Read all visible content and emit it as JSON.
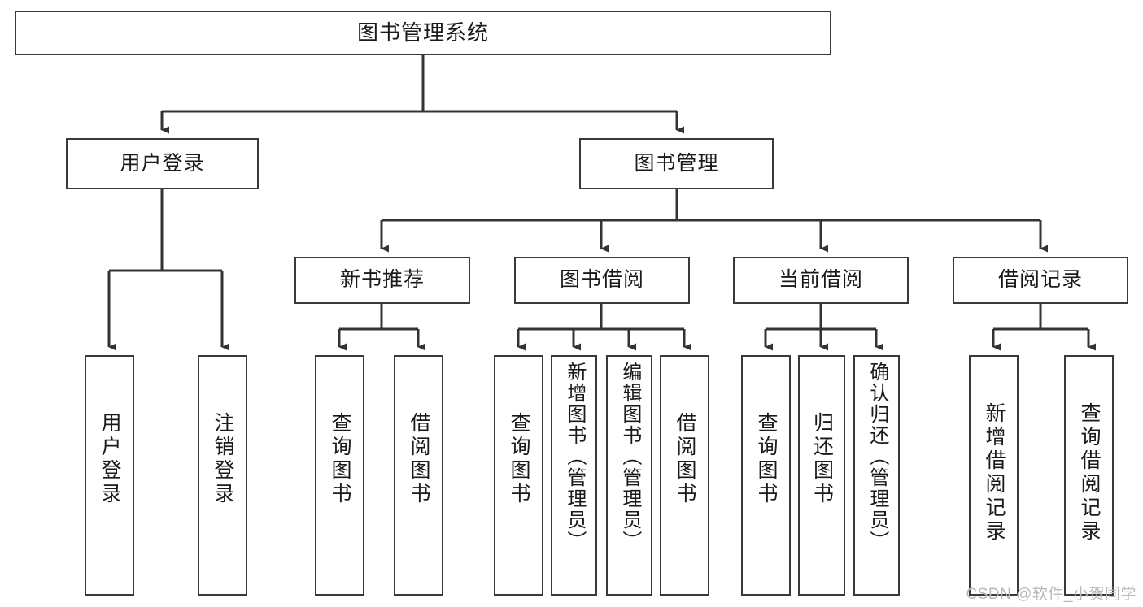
{
  "diagram": {
    "title": "图书管理系统",
    "type": "tree-hierarchy-chart",
    "watermark": "CSDN @软件_小贺同学",
    "colors": {
      "border": "#3a3a3a",
      "fill": "#ffffff",
      "text": "#1a1a1a",
      "edge": "#333333",
      "watermark": "#b9b9b9"
    }
  },
  "nodes": {
    "root": {
      "label": "图书管理系统",
      "level": 0
    },
    "level1": [
      {
        "id": "user-login",
        "label": "用户登录"
      },
      {
        "id": "book-manage",
        "label": "图书管理"
      }
    ],
    "level2": [
      {
        "id": "new-book-recommend",
        "label": "新书推荐"
      },
      {
        "id": "book-borrow",
        "label": "图书借阅"
      },
      {
        "id": "current-borrow",
        "label": "当前借阅"
      },
      {
        "id": "borrow-record",
        "label": "借阅记录"
      }
    ],
    "leaves": {
      "user-login": [
        {
          "id": "leaf-user-login",
          "label": "用户登录"
        },
        {
          "id": "leaf-logout",
          "label": "注销登录"
        }
      ],
      "new-book-recommend": [
        {
          "id": "leaf-query-book-1",
          "label": "查询图书"
        },
        {
          "id": "leaf-borrow-book-1",
          "label": "借阅图书"
        }
      ],
      "book-borrow": [
        {
          "id": "leaf-query-book-2",
          "label": "查询图书"
        },
        {
          "id": "leaf-add-book",
          "label": "新增图书（管理员）"
        },
        {
          "id": "leaf-edit-book",
          "label": "编辑图书（管理员）"
        },
        {
          "id": "leaf-borrow-book-2",
          "label": "借阅图书"
        }
      ],
      "current-borrow": [
        {
          "id": "leaf-query-book-3",
          "label": "查询图书"
        },
        {
          "id": "leaf-return-book",
          "label": "归还图书"
        },
        {
          "id": "leaf-confirm-return",
          "label": "确认归还（管理员）"
        }
      ],
      "borrow-record": [
        {
          "id": "leaf-add-record",
          "label": "新增借阅记录"
        },
        {
          "id": "leaf-query-record",
          "label": "查询借阅记录"
        }
      ]
    }
  }
}
